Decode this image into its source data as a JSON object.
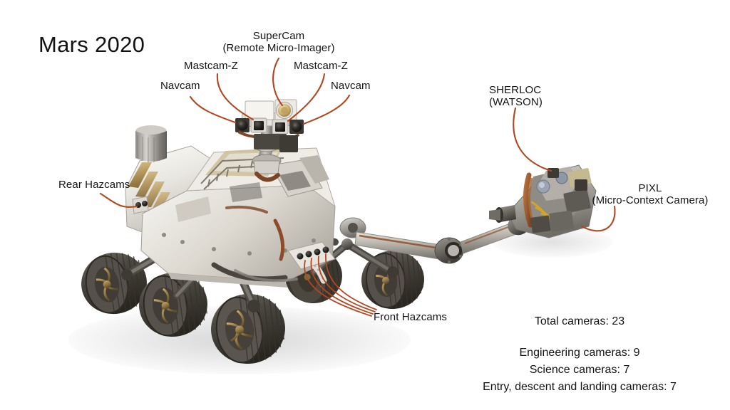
{
  "image": {
    "title": "Mars 2020",
    "background_color": "#ffffff",
    "leader_line_color": "#b4461f",
    "text_color": "#141414"
  },
  "callouts": [
    {
      "id": "navcam-left",
      "label": "Navcam"
    },
    {
      "id": "mastcam-z-left",
      "label": "Mastcam-Z"
    },
    {
      "id": "supercam",
      "label_line1": "SuperCam",
      "label_line2": "(Remote Micro-Imager)"
    },
    {
      "id": "mastcam-z-right",
      "label": "Mastcam-Z"
    },
    {
      "id": "navcam-right",
      "label": "Navcam"
    },
    {
      "id": "rear-hazcams",
      "label": "Rear Hazcams"
    },
    {
      "id": "front-hazcams",
      "label": "Front Hazcams"
    },
    {
      "id": "sherloc",
      "label_line1": "SHERLOC",
      "label_line2": "(WATSON)"
    },
    {
      "id": "pixl",
      "label_line1": "PIXL",
      "label_line2": "(Micro-Context Camera)"
    }
  ],
  "stats": {
    "total": "Total cameras:  23",
    "engineering": "Engineering cameras: 9",
    "science": "Science cameras: 7",
    "edl": "Entry, descent and landing cameras: 7"
  }
}
